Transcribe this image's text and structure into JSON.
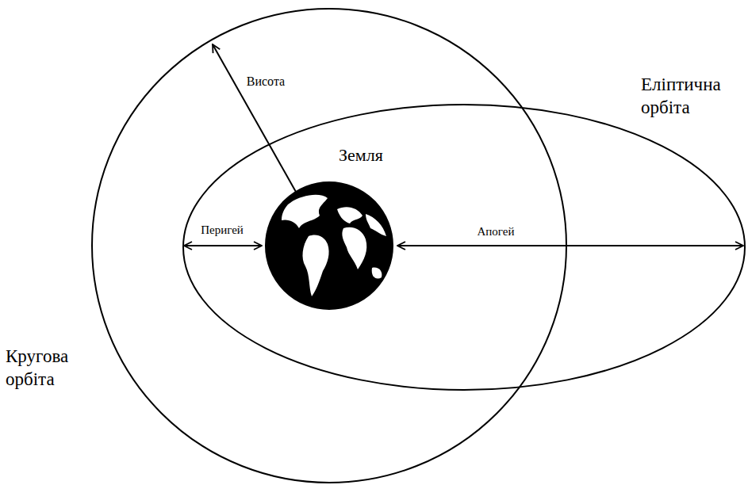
{
  "diagram": {
    "nodes": [
      {
        "text": [
          "Земля"
        ]
      }
    ],
    "labels": [
      "Висота",
      "Перигей",
      "Апогей",
      "Еліптична орбіта",
      "Кругова орбіта"
    ]
  }
}
